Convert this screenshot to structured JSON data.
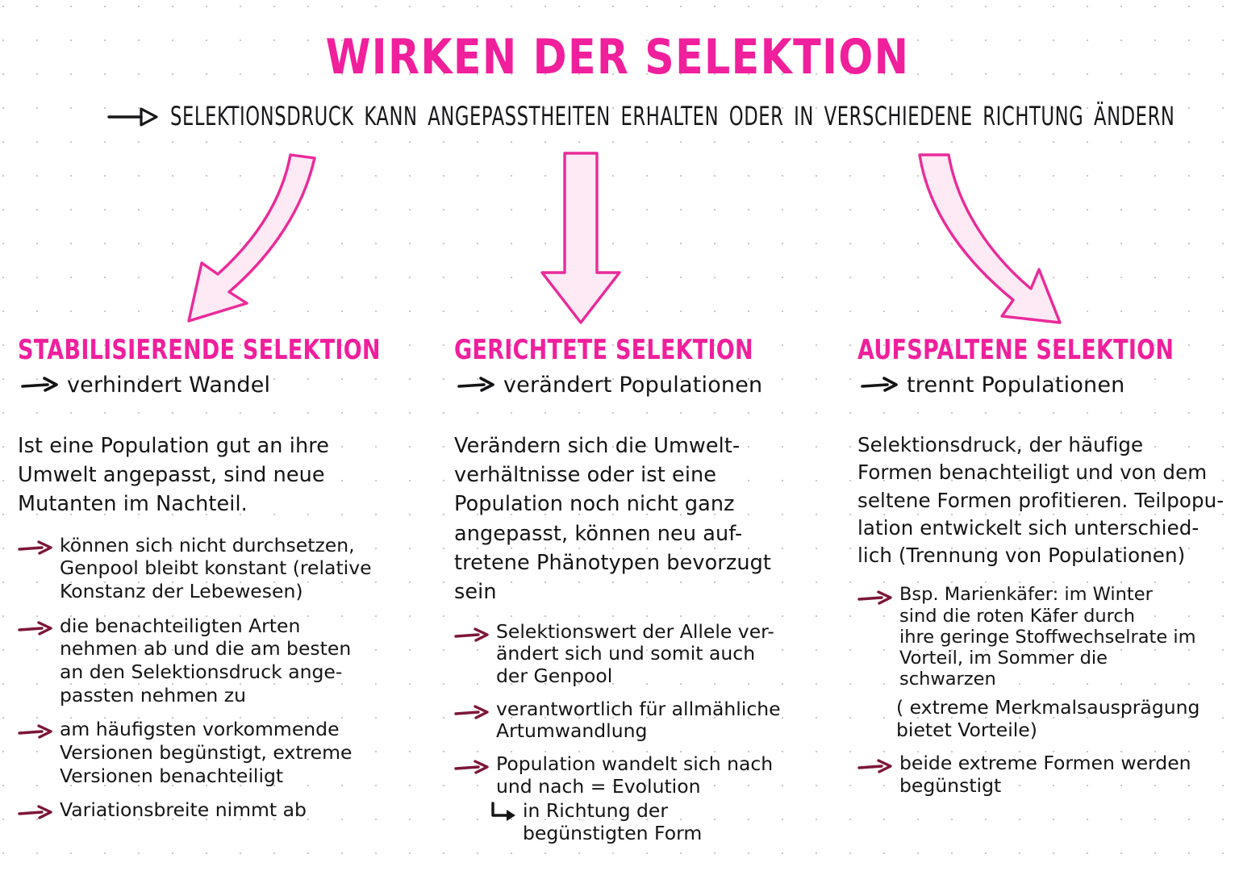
{
  "theme": {
    "accent_pink": "#f01f9c",
    "arrow_fill": "#fdeaf5",
    "arrow_stroke": "#ea2a9a",
    "bullet_arrow": "#7d1638",
    "ink": "#141416",
    "grid_dot": "#c9c9c9"
  },
  "header": {
    "title": "WIRKEN DER SELEKTION",
    "arrow_icon": "long-arrow-right-outline",
    "subtitle": "SELEKTIONSDRUCK  KANN ANGEPASSTHEITEN ERHALTEN ODER IN VERSCHIEDENE  RICHTUNG  ÄNDERN"
  },
  "flow_arrows": [
    {
      "name": "arrow-to-stabilisierende",
      "direction": "curve-down-left"
    },
    {
      "name": "arrow-to-gerichtete",
      "direction": "straight-down"
    },
    {
      "name": "arrow-to-aufspaltene",
      "direction": "curve-down-right"
    }
  ],
  "columns": [
    {
      "id": "stabilisierende",
      "heading": "STABILISIERENDE SELEKTION",
      "subheading": "verhindert Wandel",
      "intro": "Ist eine Population gut an ihre\nUmwelt angepasst, sind neue\nMutanten im Nachteil.",
      "bullets": [
        "können sich nicht durchsetzen,\nGenpool bleibt konstant (relative\nKonstanz der Lebewesen)",
        "die benachteiligten Arten\nnehmen ab und die am besten\nan den Selektionsdruck ange-\npassten nehmen zu",
        "am häufigsten vorkommende\nVersionen begünstigt, extreme\nVersionen benachteiligt",
        "Variationsbreite nimmt ab"
      ]
    },
    {
      "id": "gerichtete",
      "heading": "GERICHTETE SELEKTION",
      "subheading": "verändert Populationen",
      "intro": "Verändern sich die Umwelt-\nverhältnisse oder ist eine\nPopulation noch nicht ganz\nangepasst, können neu auf-\ntretene Phänotypen bevorzugt\nsein",
      "bullets": [
        "Selektionswert der Allele ver-\nändert sich und somit auch\nder Genpool",
        "verantwortlich für allmähliche\nArtumwandlung",
        "Population wandelt sich nach\nund nach = Evolution"
      ],
      "sub_arrow": {
        "glyph_name": "corner-down-right-arrow-icon",
        "text": "in Richtung der\n    begünstigten Form"
      }
    },
    {
      "id": "aufspaltene",
      "heading": "AUFSPALTENE SELEKTION",
      "subheading": "trennt Populationen",
      "intro": "Selektionsdruck, der häufige\nFormen benachteiligt und von dem\nseltene Formen profitieren. Teilpopu-\nlation entwickelt sich unterschied-\nlich (Trennung von Populationen)",
      "bullets": [
        "Bsp. Marienkäfer: im Winter\nsind die roten Käfer durch\nihre geringe Stoffwechselrate im\nVorteil, im Sommer die\nschwarzen"
      ],
      "note": "( extreme Merkmalsausprägung\n   bietet Vorteile)",
      "bullets_after": [
        "beide extreme Formen werden\nbegünstigt"
      ]
    }
  ]
}
